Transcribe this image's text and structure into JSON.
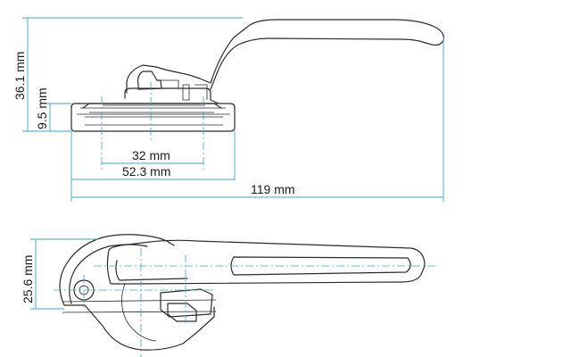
{
  "dimensions": {
    "overall_height": "36.1 mm",
    "base_height": "9.5 mm",
    "hole_spacing": "32 mm",
    "base_width": "52.3 mm",
    "overall_length": "119 mm",
    "side_height": "25.6 mm"
  },
  "colors": {
    "dimension_line": "#3aa6c4",
    "outline": "#2b2b2b"
  }
}
